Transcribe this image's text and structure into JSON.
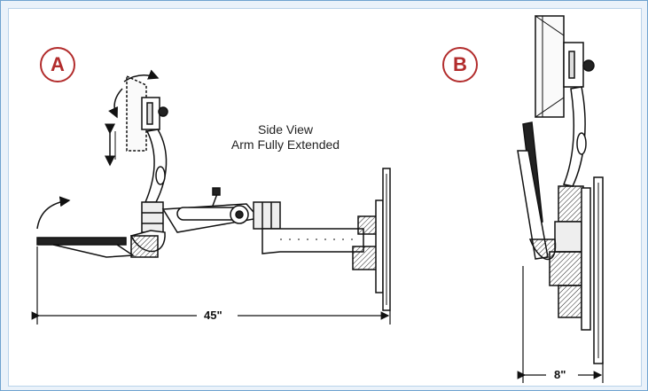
{
  "labels": {
    "a": "A",
    "b": "B"
  },
  "caption": {
    "line1": "Side View",
    "line2": "Arm Fully Extended"
  },
  "dimensions": {
    "extended": "45\"",
    "folded": "8\""
  },
  "colors": {
    "frame": "#6fa3cf",
    "badge": "#b22c2c",
    "ink": "#111111"
  }
}
